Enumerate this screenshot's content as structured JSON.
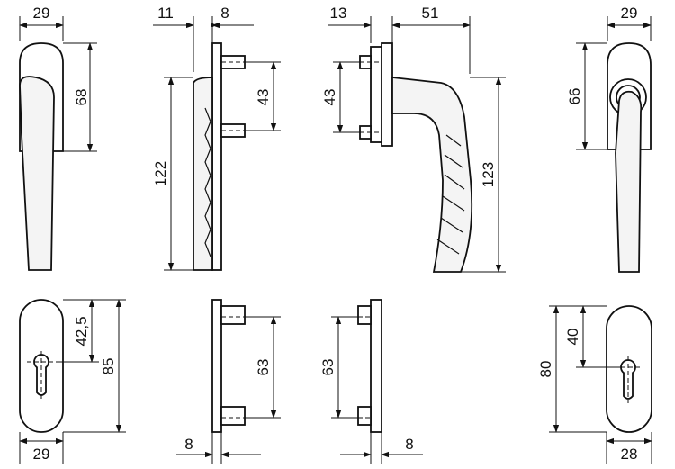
{
  "dimensions": {
    "top_left_width": "29",
    "top_left_height": "68",
    "side_offset": "11",
    "side_base_depth": "8",
    "side_pin_spacing": "43",
    "side_total_height": "122",
    "crank_base_depth": "13",
    "crank_projection": "51",
    "crank_pin_spacing": "43",
    "crank_total_height": "123",
    "top_right_width": "29",
    "top_right_height": "66",
    "rose_left_center": "42,5",
    "rose_left_height": "85",
    "rose_left_width": "29",
    "rose_base_depth_left": "8",
    "rose_pin_spacing_left": "63",
    "rose_pin_spacing_right": "63",
    "rose_base_depth_right": "8",
    "rose_right_height": "80",
    "rose_right_center": "40",
    "rose_right_width": "28"
  }
}
